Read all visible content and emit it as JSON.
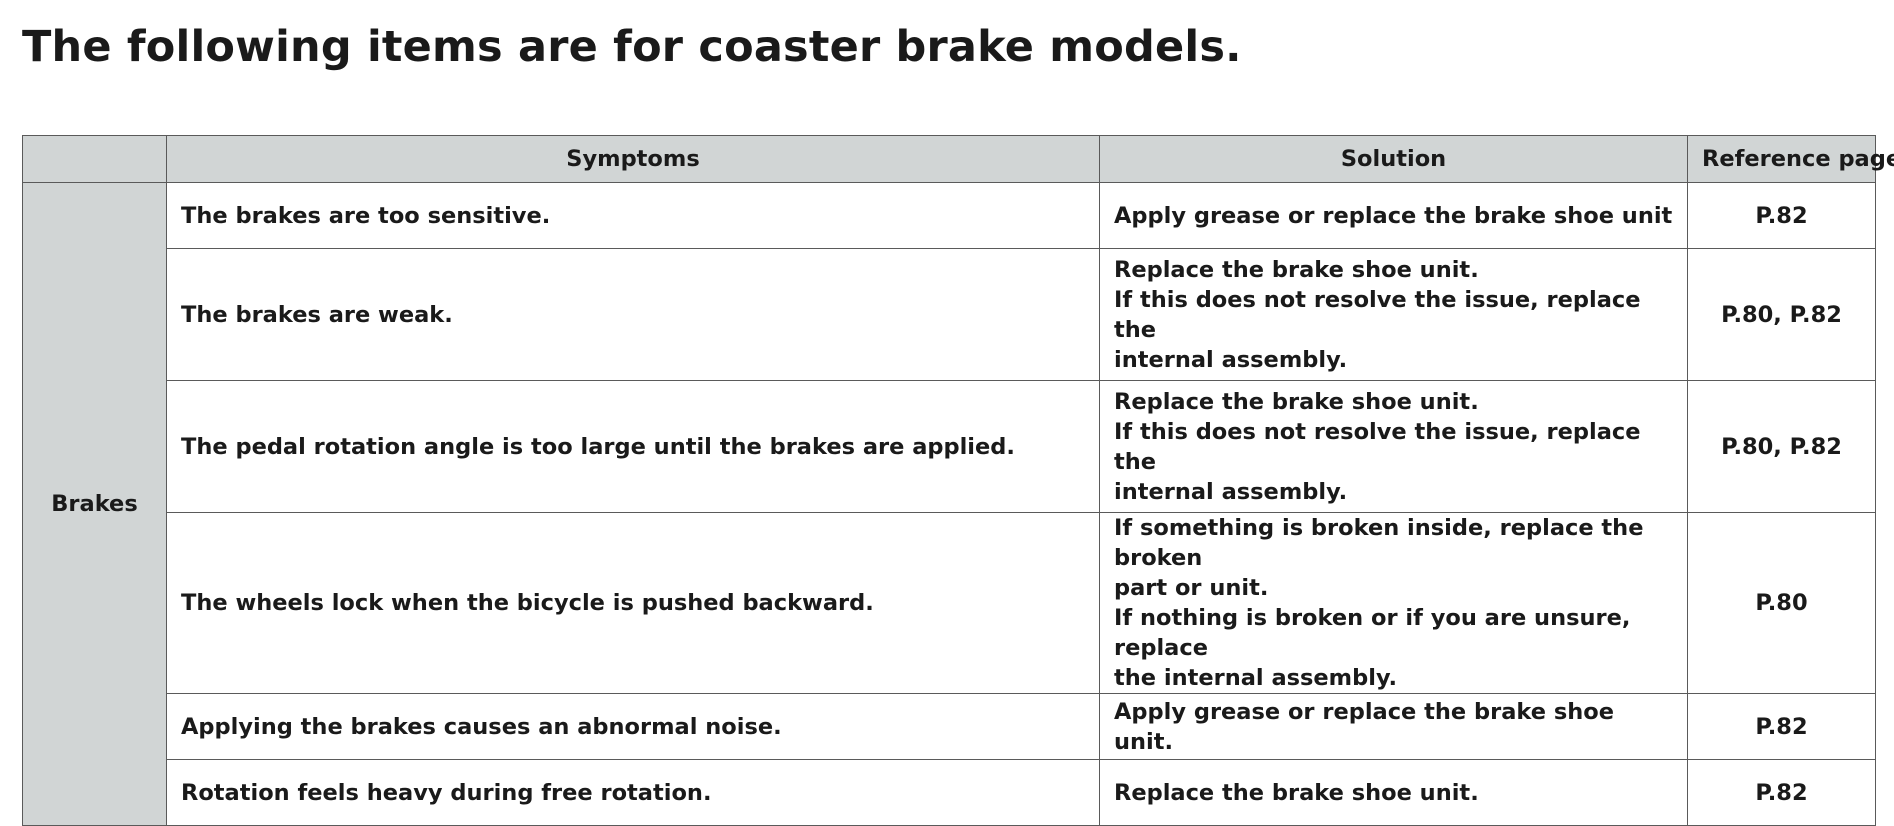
{
  "title": "The following items are for coaster brake models.",
  "table": {
    "headers": {
      "category": "",
      "symptoms": "Symptoms",
      "solution": "Solution",
      "reference": "Reference page"
    },
    "category": "Brakes",
    "rows": [
      {
        "symptom": "The brakes are too sensitive.",
        "solution": [
          "Apply grease or replace the brake shoe unit"
        ],
        "reference": "P.82"
      },
      {
        "symptom": "The brakes are weak.",
        "solution": [
          "Replace the brake shoe unit.",
          "If this does not resolve the issue, replace the",
          "internal assembly."
        ],
        "reference": "P.80, P.82"
      },
      {
        "symptom": "The pedal rotation angle is too large until the brakes are applied.",
        "solution": [
          "Replace the brake shoe unit.",
          "If this does not resolve the issue, replace the",
          "internal assembly."
        ],
        "reference": "P.80, P.82"
      },
      {
        "symptom": "The wheels lock when the bicycle is pushed backward.",
        "solution": [
          "If something is broken inside, replace the broken",
          "part or unit.",
          "If nothing is broken or if you are unsure, replace",
          "the internal assembly."
        ],
        "reference": "P.80"
      },
      {
        "symptom": "Applying the brakes causes an abnormal noise.",
        "solution": [
          "Apply grease or replace the brake shoe unit."
        ],
        "reference": "P.82"
      },
      {
        "symptom": "Rotation feels heavy during free rotation.",
        "solution": [
          "Replace the brake shoe unit."
        ],
        "reference": "P.82"
      }
    ]
  }
}
